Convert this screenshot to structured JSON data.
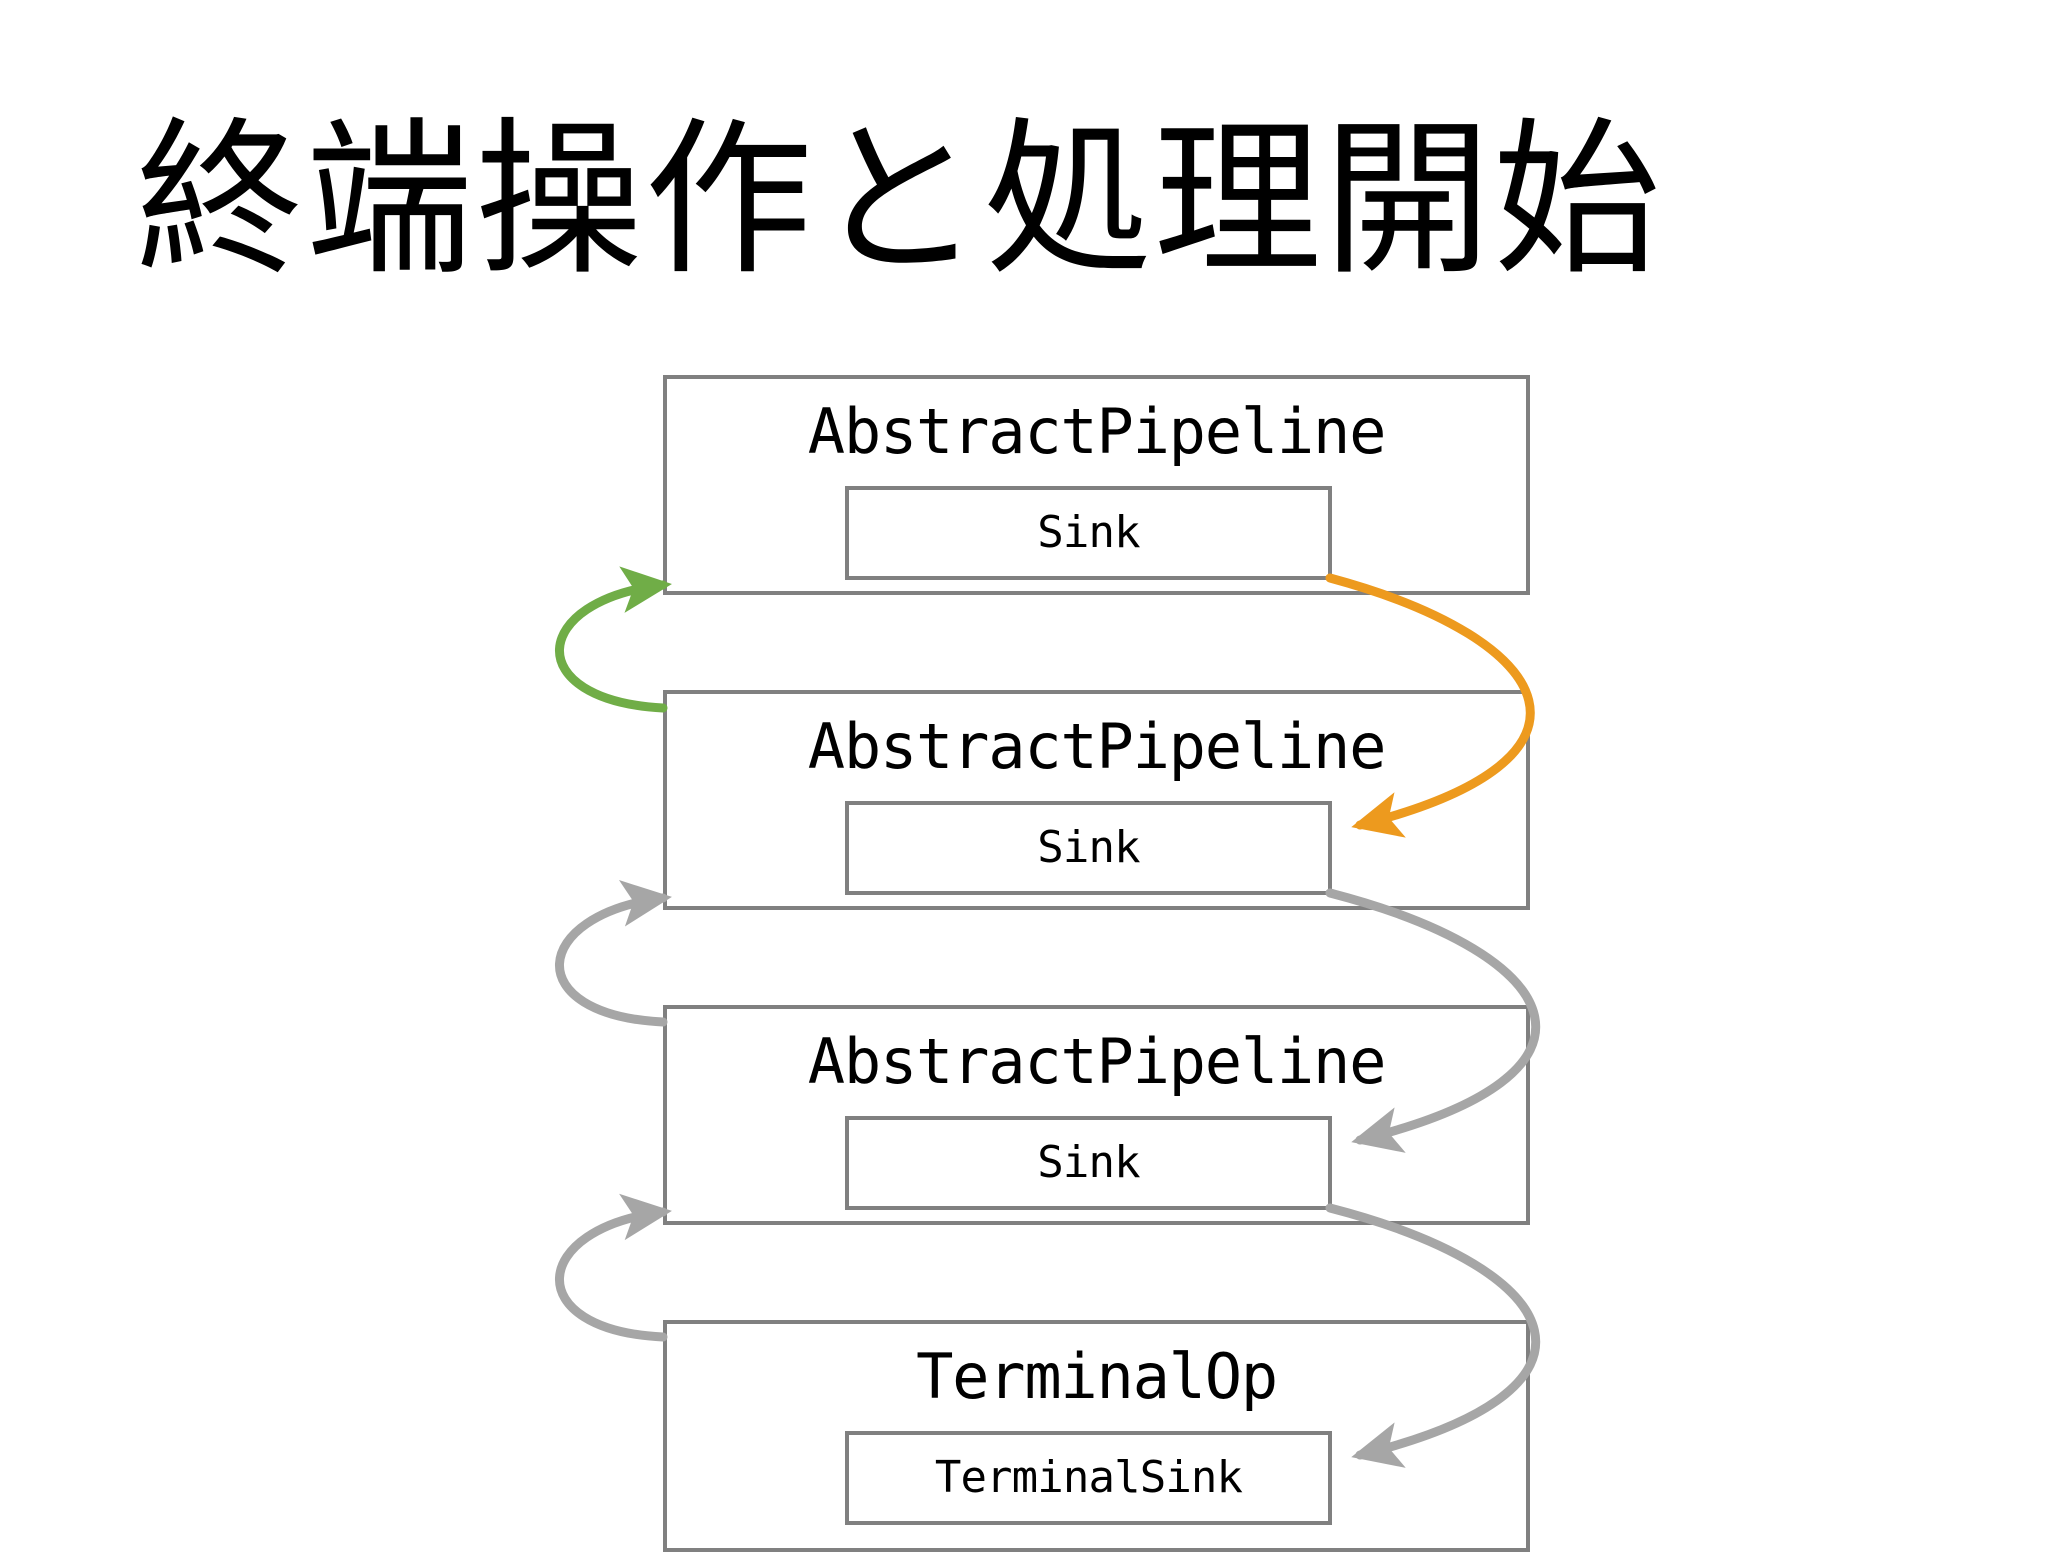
{
  "slide": {
    "title": "終端操作と処理開始",
    "background_color": "#ffffff"
  },
  "colors": {
    "box_border": "#808080",
    "arrow_gray": "#A6A6A6",
    "arrow_green": "#70AD47",
    "arrow_orange": "#ED9A1E",
    "text": "#000000"
  },
  "diagram": {
    "type": "stacked-pipeline-chain",
    "nodes": [
      {
        "id": "pipeline-1",
        "title": "AbstractPipeline",
        "inner": {
          "label": "Sink"
        }
      },
      {
        "id": "pipeline-2",
        "title": "AbstractPipeline",
        "inner": {
          "label": "Sink"
        }
      },
      {
        "id": "pipeline-3",
        "title": "AbstractPipeline",
        "inner": {
          "label": "Sink"
        }
      },
      {
        "id": "terminalop",
        "title": "TerminalOp",
        "inner": {
          "label": "TerminalSink"
        }
      }
    ],
    "arrows": [
      {
        "id": "arrow-green-p2-to-p1",
        "color": "#70AD47",
        "from": "pipeline-2",
        "to": "pipeline-1",
        "side": "left"
      },
      {
        "id": "arrow-orange-p1sink-to-p2sink",
        "color": "#ED9A1E",
        "from": "pipeline-1",
        "to": "pipeline-2",
        "side": "right"
      },
      {
        "id": "arrow-gray-p3-to-p2",
        "color": "#A6A6A6",
        "from": "pipeline-3",
        "to": "pipeline-2",
        "side": "left"
      },
      {
        "id": "arrow-gray-p2sink-to-p3sink",
        "color": "#A6A6A6",
        "from": "pipeline-2",
        "to": "pipeline-3",
        "side": "right"
      },
      {
        "id": "arrow-gray-top-to-p3",
        "color": "#A6A6A6",
        "from": "terminalop",
        "to": "pipeline-3",
        "side": "left"
      },
      {
        "id": "arrow-gray-p3sink-to-terminalsink",
        "color": "#A6A6A6",
        "from": "pipeline-3",
        "to": "terminalop",
        "side": "right"
      }
    ]
  }
}
